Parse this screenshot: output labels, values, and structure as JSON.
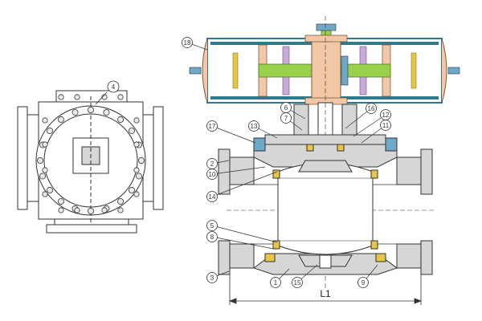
{
  "callouts": {
    "c1": "1",
    "c2": "2",
    "c3": "3",
    "c4": "4",
    "c5": "5",
    "c6": "6",
    "c7": "7",
    "c8": "8",
    "c9": "9",
    "c10": "10",
    "c11": "11",
    "c12": "12",
    "c13": "13",
    "c14": "14",
    "c15": "15",
    "c16": "16",
    "c17": "17",
    "c18": "18"
  },
  "dimension_label": "L1",
  "colors": {
    "line": "#333333",
    "flange_fill": "#ffffff",
    "section_fill": "#d6d6d6",
    "seat_fill": "#e7c646",
    "actuator_frame": "#2d7a8c",
    "actuator_piston": "#f2c7a5",
    "actuator_shaft": "#9ad04a",
    "actuator_spring": "#c9a9d8",
    "bolt_fill": "#e9e9e9",
    "seal_blue": "#6fa9c9"
  }
}
